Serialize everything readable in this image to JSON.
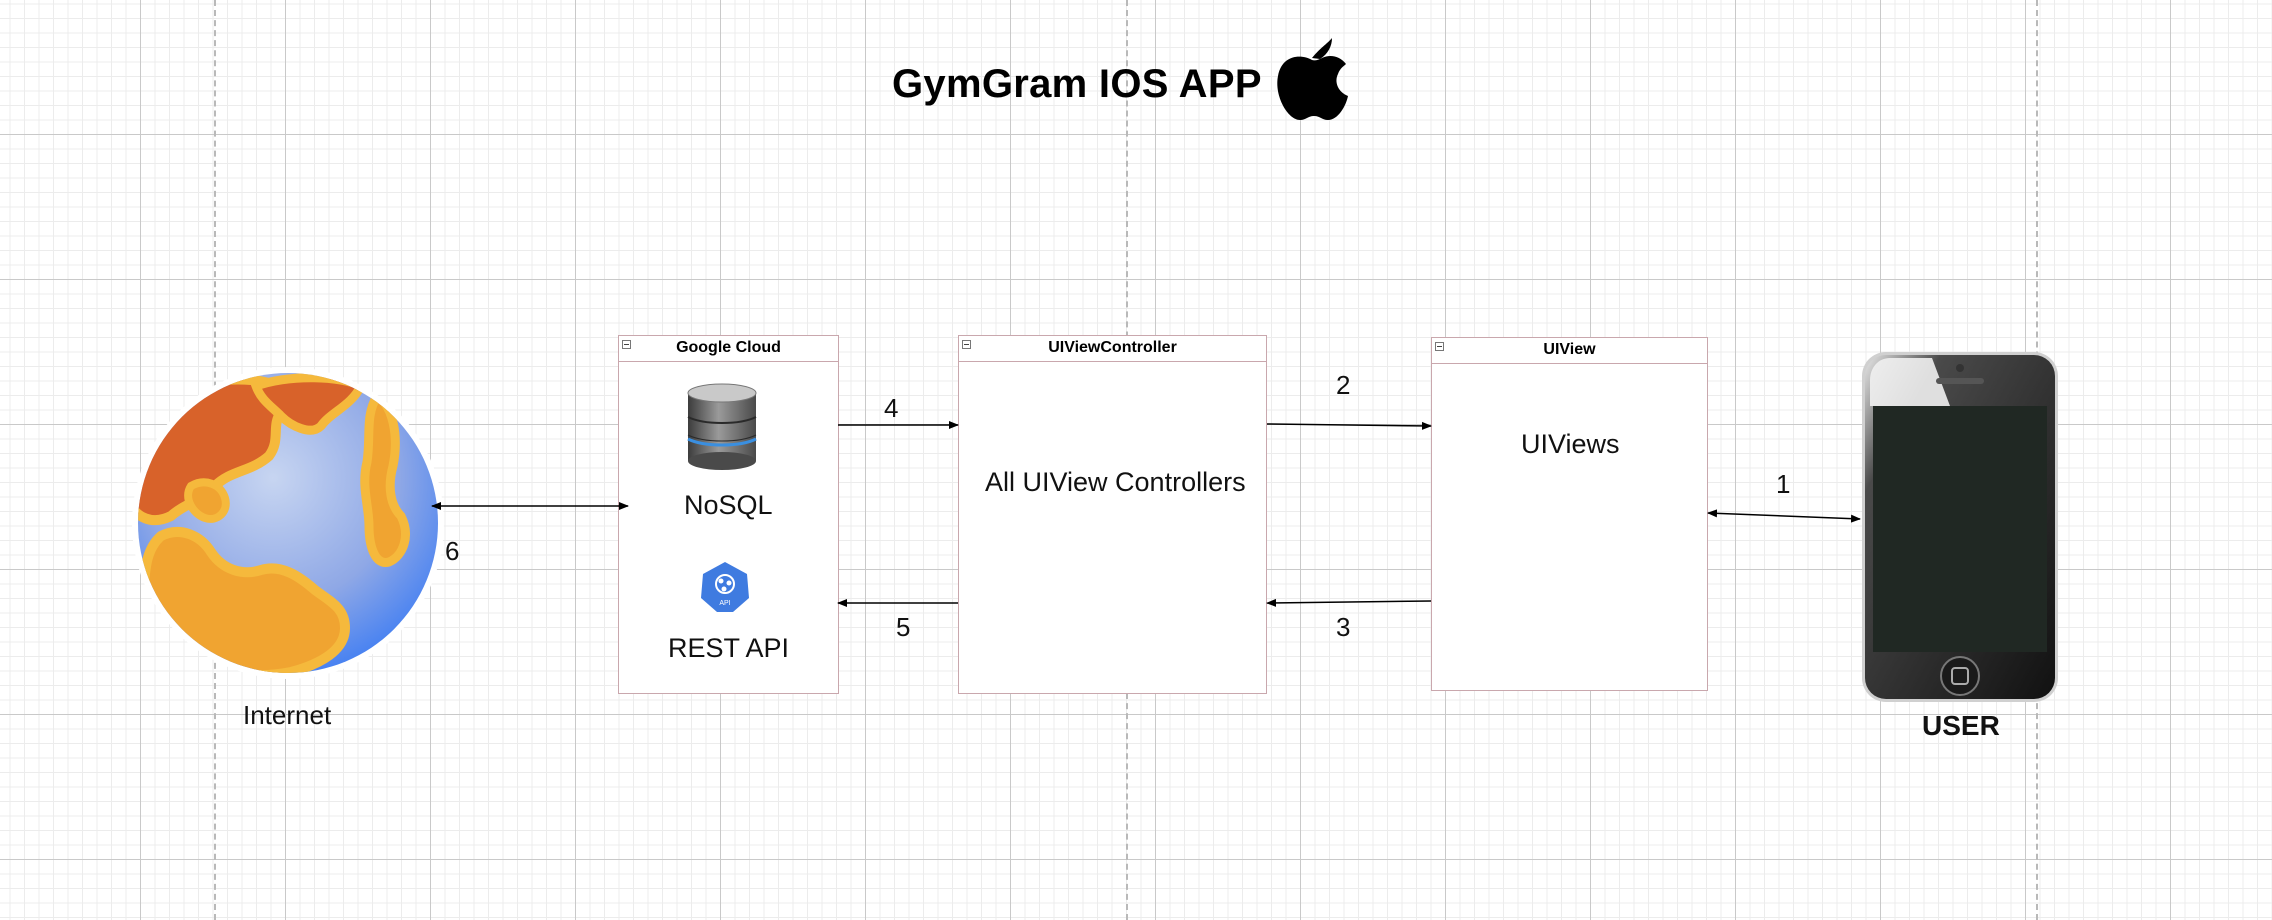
{
  "diagram": {
    "title": "GymGram IOS APP",
    "internet_label": "Internet",
    "user_label": "USER",
    "containers": {
      "google_cloud": {
        "header": "Google Cloud",
        "nosql_label": "NoSQL",
        "rest_label": "REST API",
        "api_badge": "API"
      },
      "view_controller": {
        "header": "UIViewController",
        "body": "All UIView Controllers"
      },
      "uiview": {
        "header": "UIView",
        "body": "UIViews"
      }
    },
    "edge_labels": {
      "e1": "1",
      "e2": "2",
      "e3": "3",
      "e4": "4",
      "e5": "5",
      "e6": "6"
    },
    "colors": {
      "container_border": "#c9a7ad",
      "globe_ocean": "#6f93e8",
      "globe_land": "#f2b13c",
      "globe_land_dark": "#d8622a",
      "api_badge": "#3f7be0",
      "phone_screen": "#202823"
    }
  }
}
